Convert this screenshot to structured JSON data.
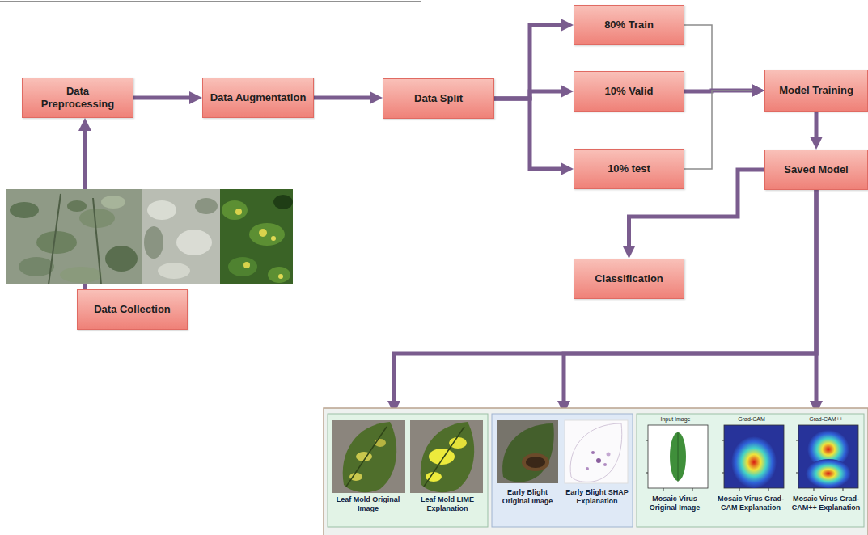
{
  "diagram": {
    "nodes": [
      {
        "text": [
          "Data Preprocessing"
        ]
      },
      {
        "text": [
          "Data Augmentation"
        ]
      },
      {
        "text": [
          "Data Split"
        ]
      },
      {
        "text": [
          "80% Train"
        ]
      },
      {
        "text": [
          "10% Valid"
        ]
      },
      {
        "text": [
          "10% test"
        ]
      },
      {
        "text": [
          "Model Training"
        ]
      },
      {
        "text": [
          "Saved Model"
        ]
      },
      {
        "text": [
          "Classification"
        ]
      },
      {
        "text": [
          "Data Collection"
        ]
      },
      {
        "text": [
          "Leaf Mold Original Image",
          "Leaf Mold LIME Explanation"
        ]
      },
      {
        "text": [
          "Early Blight Original Image",
          "Early Blight SHAP Explanation"
        ]
      },
      {
        "text": [
          "Input Image",
          "Grad-CAM",
          "Grad-CAM++",
          "Mosaic Virus Original Image",
          "Mosaic Virus Grad-CAM Explanation",
          "Mosaic Virus Grad-CAM++ Explanation"
        ]
      }
    ],
    "edges": [
      {
        "from": 9,
        "to": 0,
        "arrow": "to"
      },
      {
        "from": 0,
        "to": 1,
        "arrow": "to"
      },
      {
        "from": 1,
        "to": 2,
        "arrow": "to"
      },
      {
        "from": 2,
        "to": 3,
        "arrow": "to"
      },
      {
        "from": 2,
        "to": 4,
        "arrow": "to"
      },
      {
        "from": 2,
        "to": 5,
        "arrow": "to"
      },
      {
        "from": 3,
        "to": 6,
        "arrow": "to"
      },
      {
        "from": 4,
        "to": 6,
        "arrow": "to"
      },
      {
        "from": 5,
        "to": 6,
        "arrow": "to"
      },
      {
        "from": 6,
        "to": 7,
        "arrow": "to"
      },
      {
        "from": 7,
        "to": 8,
        "arrow": "to"
      },
      {
        "from": 7,
        "to": 10,
        "arrow": "to"
      },
      {
        "from": 7,
        "to": 11,
        "arrow": "to"
      },
      {
        "from": 7,
        "to": 12,
        "arrow": "to"
      }
    ]
  }
}
